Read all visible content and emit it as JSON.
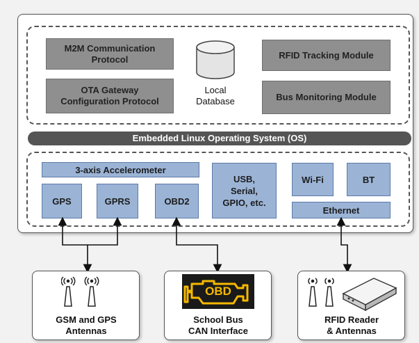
{
  "modules": {
    "m2m": "M2M Communication\nProtocol",
    "ota": "OTA Gateway\nConfiguration Protocol",
    "rfid_tracking": "RFID Tracking Module",
    "bus_monitoring": "Bus Monitoring Module",
    "local_db": "Local\nDatabase"
  },
  "os_bar": "Embedded Linux Operating System (OS)",
  "hardware": {
    "accelerometer": "3-axis Accelerometer",
    "gps": "GPS",
    "gprs": "GPRS",
    "obd2": "OBD2",
    "usb": "USB,\nSerial,\nGPIO, etc.",
    "wifi": "Wi-Fi",
    "bt": "BT",
    "ethernet": "Ethernet"
  },
  "peripherals": {
    "gsm_gps": "GSM and GPS\nAntennas",
    "school_bus": "School Bus\nCAN Interface",
    "rfid_reader": "RFID Reader\n& Antennas",
    "obd_logo": "OBD"
  },
  "colors": {
    "software_module": "#8f8f8f",
    "hardware_module": "#9bb4d6",
    "os_bar": "#555555",
    "obd_logo_bg": "#1a1a1a",
    "obd_logo_fg": "#f5b800"
  }
}
